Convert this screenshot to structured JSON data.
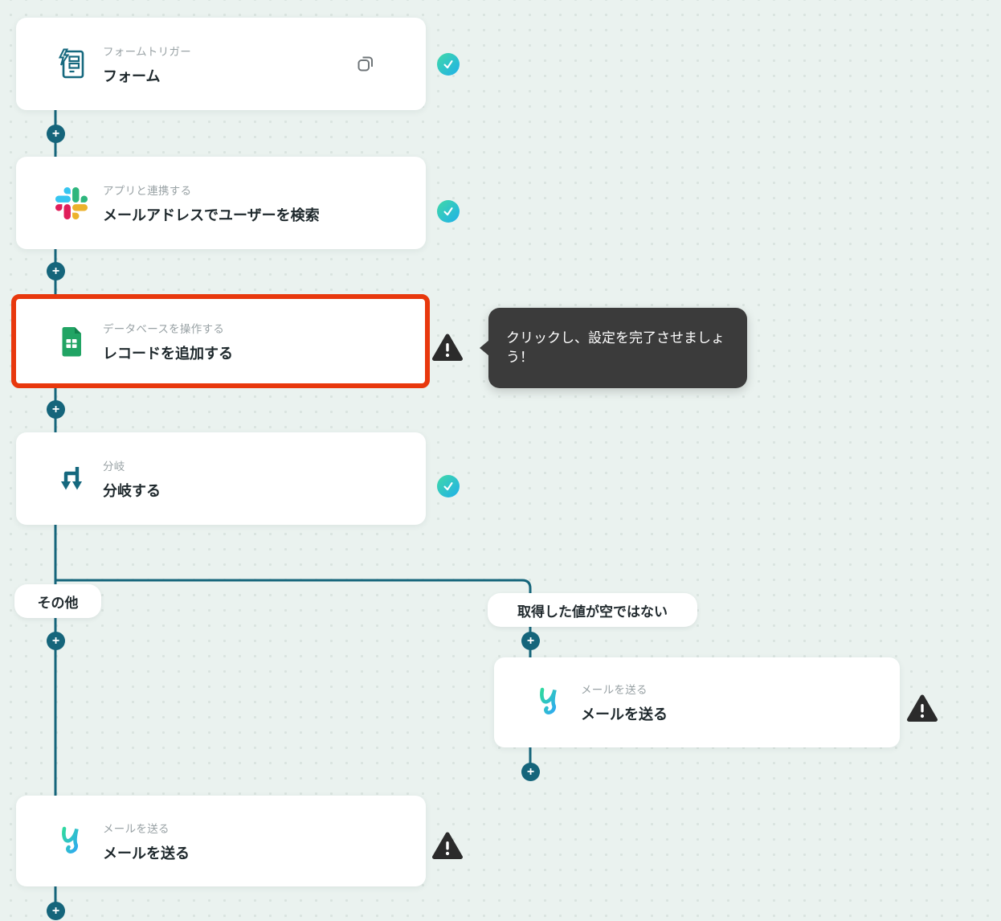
{
  "workflow": {
    "nodes": [
      {
        "category": "フォームトリガー",
        "title": "フォーム",
        "icon": "form-trigger-icon",
        "status": "completed",
        "status_icon": "check-icon",
        "has_copy_button": true
      },
      {
        "category": "アプリと連携する",
        "title": "メールアドレスでユーザーを検索",
        "icon": "slack-icon",
        "status": "completed",
        "status_icon": "check-icon"
      },
      {
        "category": "データベースを操作する",
        "title": "レコードを追加する",
        "icon": "google-sheets-icon",
        "status": "needs-setup",
        "status_icon": "warning-icon",
        "highlighted": true
      },
      {
        "category": "分岐",
        "title": "分岐する",
        "icon": "branch-icon",
        "status": "completed",
        "status_icon": "check-icon"
      },
      {
        "category": "メールを送る",
        "title": "メールを送る",
        "icon": "yoom-mail-icon",
        "status": "needs-setup",
        "status_icon": "warning-icon"
      },
      {
        "category": "メールを送る",
        "title": "メールを送る",
        "icon": "yoom-mail-icon",
        "status": "needs-setup",
        "status_icon": "warning-icon"
      }
    ],
    "branch_labels": {
      "left": "その他",
      "right": "取得した値が空ではない"
    },
    "tooltip": {
      "text": "クリックし、設定を完了させましょう！"
    },
    "ui": {
      "plus_glyph": "+"
    },
    "colors": {
      "background": "#eaf2ef",
      "dot_grid": "#d9e3df",
      "connector_teal": "#15657b",
      "highlight_red": "#e8380d",
      "tooltip_bg": "#3b3b3b",
      "badge_gradient_start": "#41d9a7",
      "badge_gradient_end": "#1fb0ea",
      "warning_dark": "#2b2b2b",
      "slack_blue": "#36C5F0",
      "slack_green": "#2EB67D",
      "slack_red": "#E01E5A",
      "slack_yellow": "#ECB22C",
      "sheets_green": "#21a464"
    }
  }
}
